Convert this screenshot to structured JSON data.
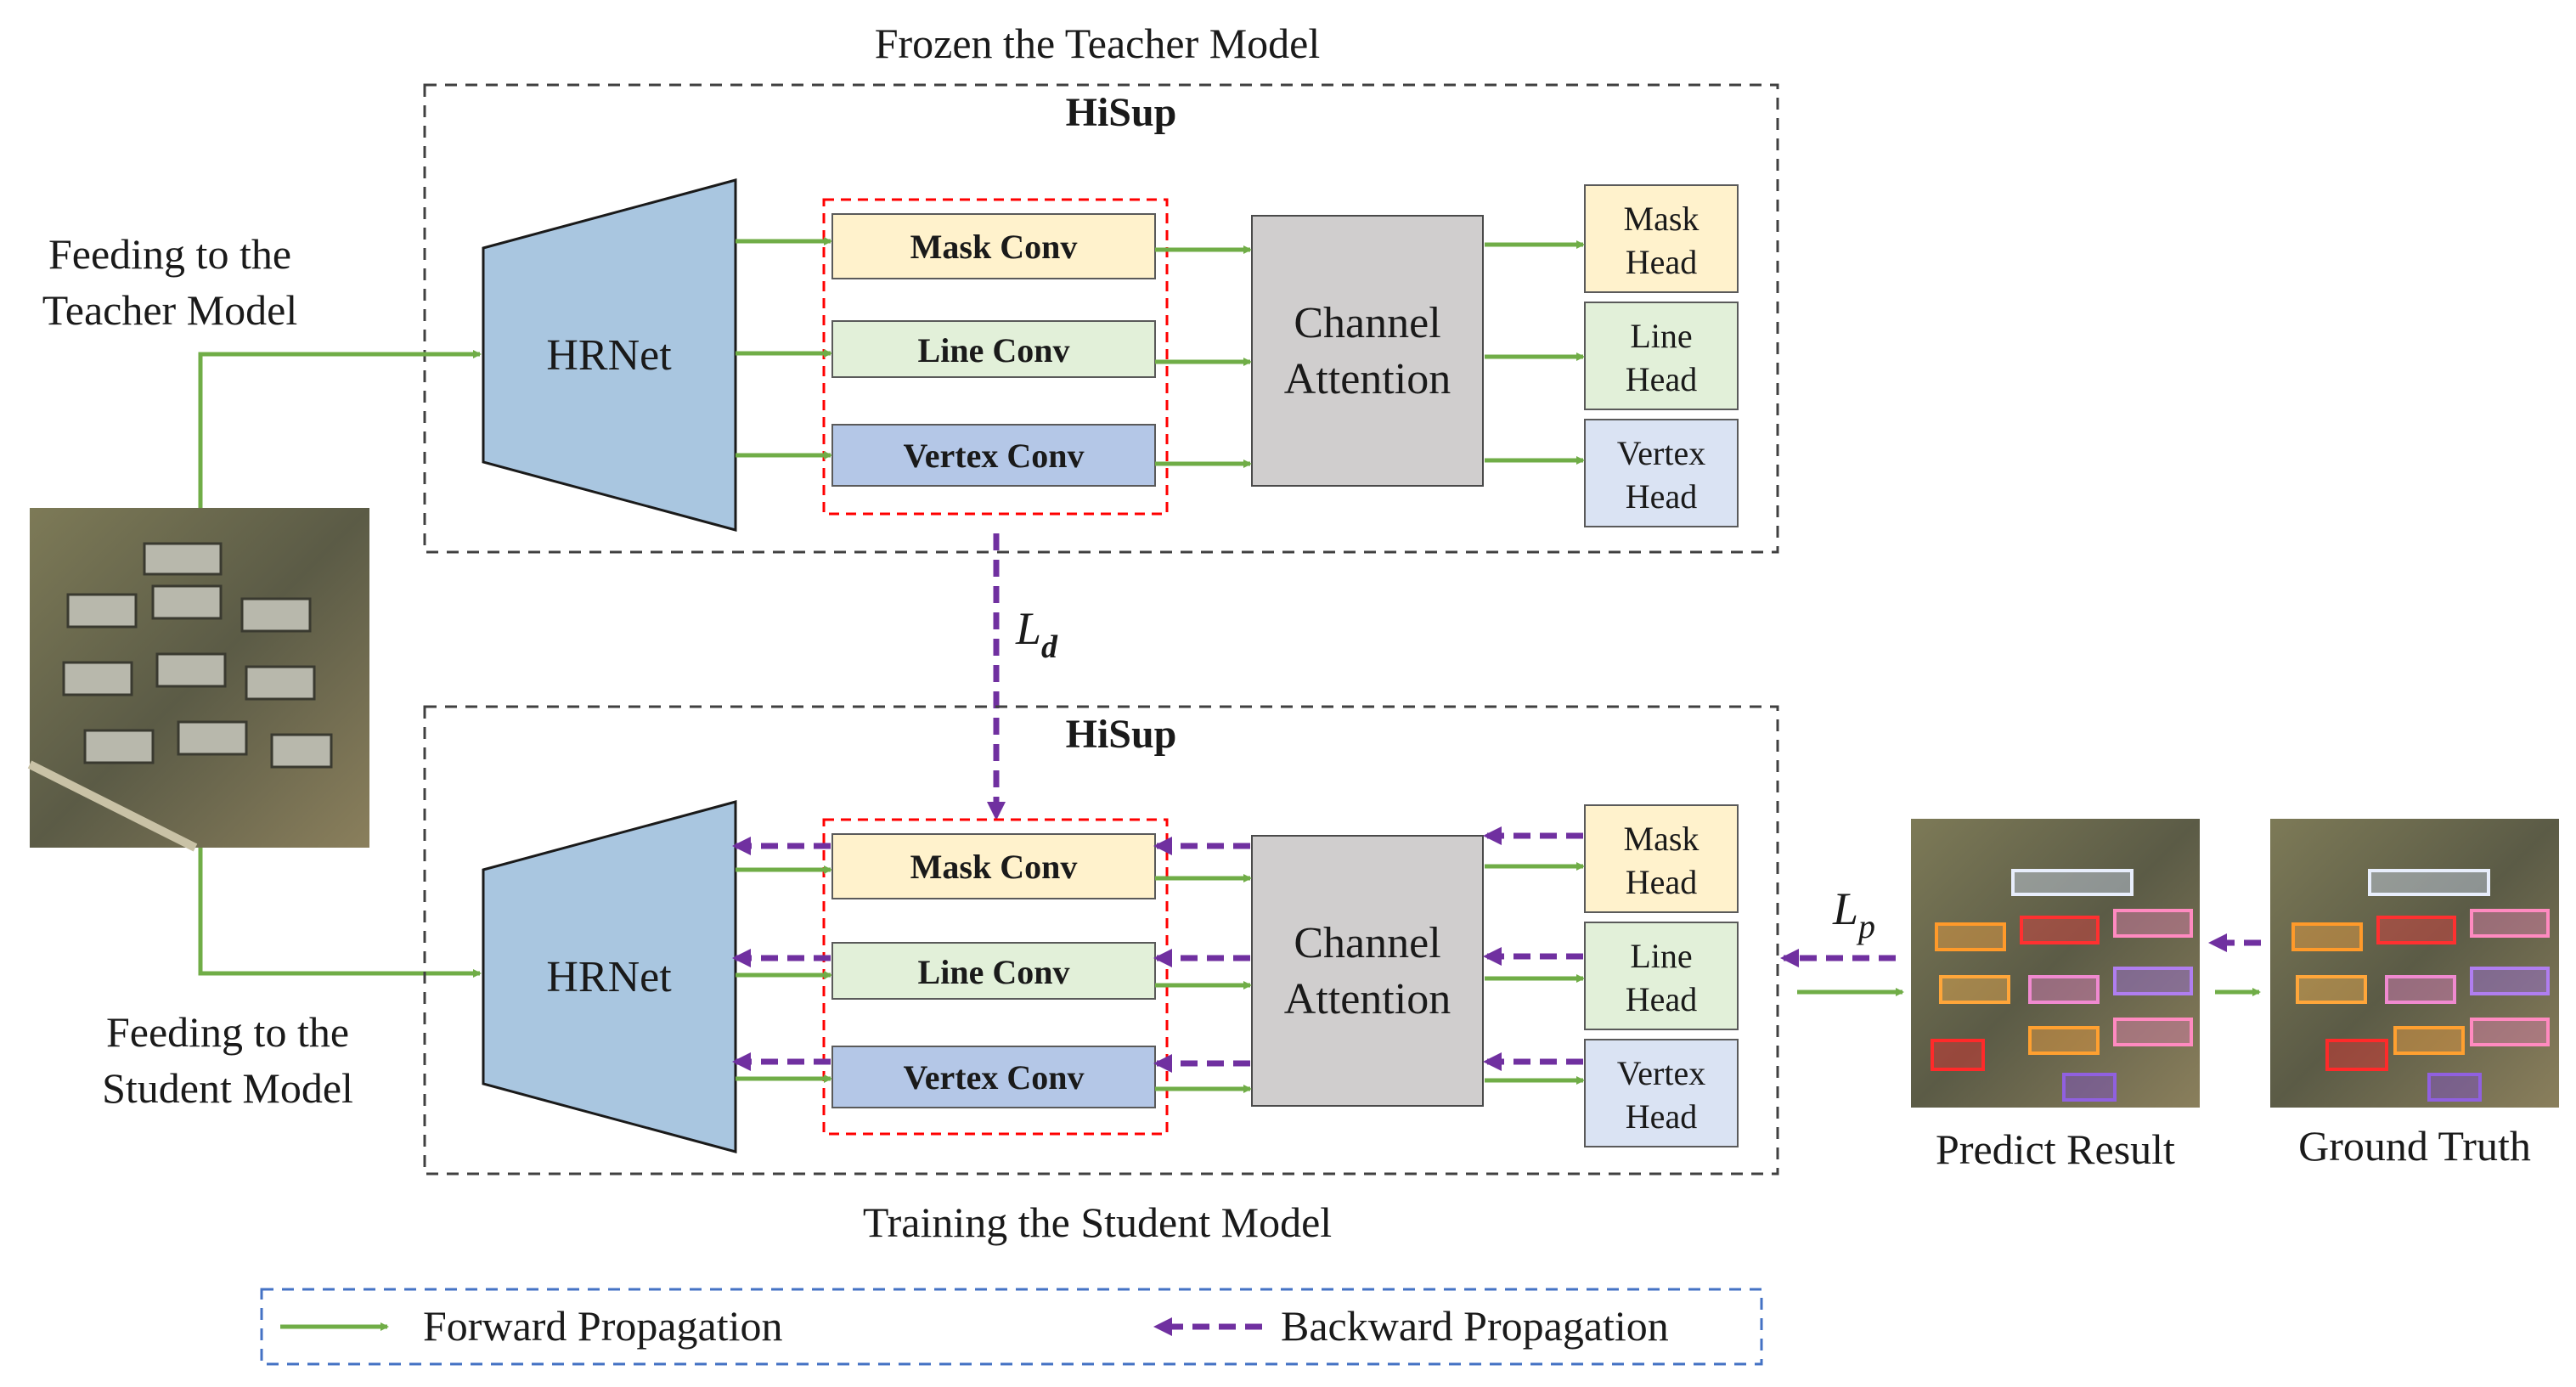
{
  "teacher_caption": "Frozen the Teacher Model",
  "student_caption": "Training the Student Model",
  "teacher_input_label": [
    "Feeding to the",
    "Teacher Model"
  ],
  "student_input_label": [
    "Feeding to the",
    "Student Model"
  ],
  "model_name": "HiSup",
  "backbone": "HRNet",
  "convs": [
    "Mask Conv",
    "Line Conv",
    "Vertex Conv"
  ],
  "attention": [
    "Channel",
    "Attention"
  ],
  "heads": [
    {
      "line1": "Mask",
      "line2": "Head"
    },
    {
      "line1": "Line",
      "line2": "Head"
    },
    {
      "line1": "Vertex",
      "line2": "Head"
    }
  ],
  "loss_distill": {
    "symbol": "L",
    "subscript": "d"
  },
  "loss_pred": {
    "symbol": "L",
    "subscript": "p"
  },
  "predict_label": "Predict Result",
  "ground_truth_label": "Ground Truth",
  "legend": {
    "forward": "Forward Propagation",
    "backward": "Backward Propagation"
  },
  "colors": {
    "forward": "#70ad47",
    "backward": "#7030a0",
    "backbone_fill": "#a9c6e0",
    "mask_fill": "#fff2cc",
    "line_fill": "#e2f0d9",
    "vertex_fill": "#b4c7e7",
    "vertex_head_fill": "#dae3f3",
    "attention_fill": "#d0cece",
    "conv_group_border": "#ff0000",
    "legend_border": "#4472c4"
  }
}
